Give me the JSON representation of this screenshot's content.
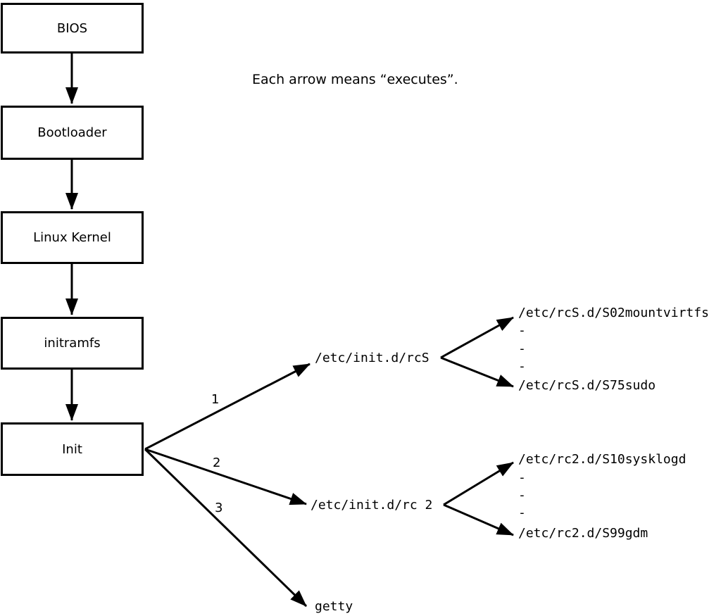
{
  "note": "Each arrow means “executes”.",
  "chain": [
    {
      "label": "BIOS"
    },
    {
      "label": "Bootloader"
    },
    {
      "label": "Linux Kernel"
    },
    {
      "label": "initramfs"
    },
    {
      "label": "Init"
    }
  ],
  "branches": [
    {
      "number": "1",
      "target": "/etc/init.d/rcS",
      "children": [
        "/etc/rcS.d/S02mountvirtfs",
        "-",
        "-",
        "-",
        "/etc/rcS.d/S75sudo"
      ]
    },
    {
      "number": "2",
      "target": "/etc/init.d/rc 2",
      "children": [
        "/etc/rc2.d/S10sysklogd",
        "-",
        "-",
        "-",
        "/etc/rc2.d/S99gdm"
      ]
    },
    {
      "number": "3",
      "target": "getty",
      "children": []
    }
  ],
  "colors": {
    "line": "#000000",
    "background": "#ffffff"
  }
}
